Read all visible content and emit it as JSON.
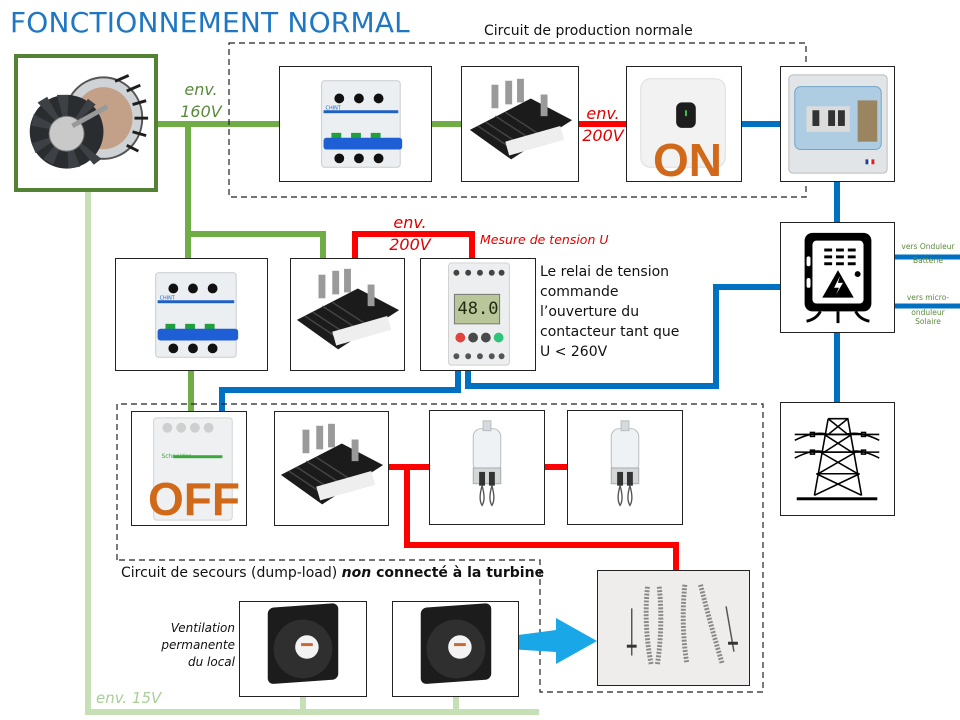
{
  "title": "FONCTIONNEMENT NORMAL",
  "colors": {
    "title": "#1f77c4",
    "ac_wire": "#70ad47",
    "low_voltage_wire": "#c5e0b4",
    "dc_wire": "#ff0000",
    "grid_wire": "#0070c0",
    "status_text": "#d06a1a",
    "arrow": "#1aa7e8"
  },
  "sections": {
    "production": {
      "label": "Circuit de production normale"
    },
    "dump_load": {
      "label_prefix": "Circuit de secours (dump-load) ",
      "label_emph_italic": "non",
      "label_emph": " connecté à la turbine"
    }
  },
  "components": {
    "turbine": {
      "name": "Turbine / génératrice"
    },
    "breaker_main": {
      "name": "Disjoncteur CHINT 3P"
    },
    "rectifier_main": {
      "name": "Pont redresseur"
    },
    "inverter": {
      "name": "Onduleur",
      "status": "ON"
    },
    "ac_panel": {
      "name": "Coffret AC"
    },
    "breaker_secondary": {
      "name": "Disjoncteur CHINT 3P"
    },
    "rectifier_secondary": {
      "name": "Pont redresseur"
    },
    "voltage_relay": {
      "name": "Relais de tension",
      "display": "48.0"
    },
    "contactor": {
      "name": "Contacteur Schneider",
      "status": "OFF"
    },
    "rectifier_dump": {
      "name": "Pont redresseur"
    },
    "lamp_1": {
      "name": "Ampoule halogène"
    },
    "lamp_2": {
      "name": "Ampoule halogène"
    },
    "heating_element": {
      "name": "Résistance chauffante"
    },
    "fan_1": {
      "name": "Ventilateur"
    },
    "fan_2": {
      "name": "Ventilateur"
    },
    "electrical_cabinet": {
      "name": "Armoire électrique"
    },
    "grid": {
      "name": "Réseau électrique"
    }
  },
  "labels": {
    "volt_turbine": [
      "env.",
      "160V"
    ],
    "volt_production_dc": [
      "env.",
      "200V"
    ],
    "volt_measure_dc": [
      "env.",
      "200V"
    ],
    "measure": "Mesure de tension U",
    "relay_description": [
      "Le relai de tension",
      "commande",
      "l’ouverture du",
      "contacteur tant que",
      "U < 260V"
    ],
    "to_battery_inverter": [
      "vers Onduleur",
      "Batterie"
    ],
    "to_solar_microinverter": [
      "vers micro-",
      "onduleur",
      "Solaire"
    ],
    "ventilation": [
      "Ventilation",
      "permanente",
      "du local"
    ],
    "volt_fans": "env. 15V"
  }
}
